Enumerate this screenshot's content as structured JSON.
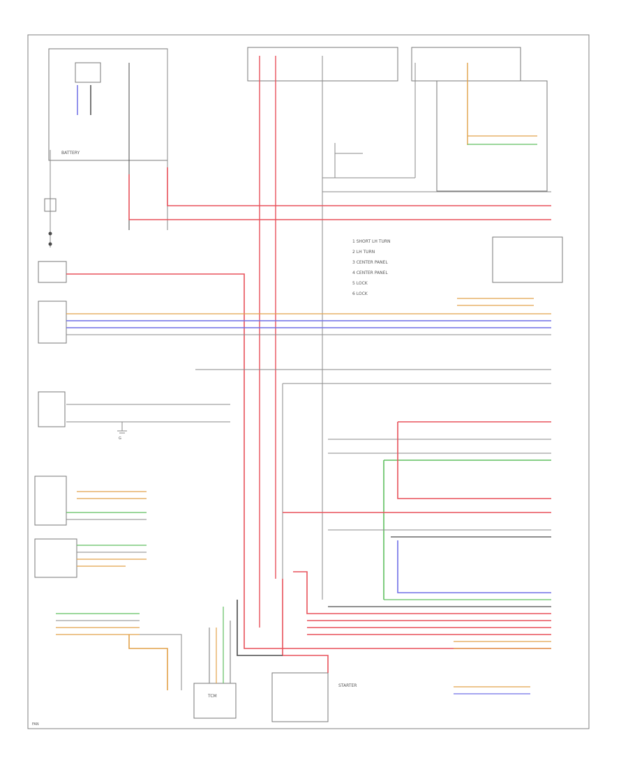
{
  "diagram": {
    "labels": {
      "battery": "BATTERY",
      "starter": "STARTER",
      "tcm": "TCM",
      "ground": "G",
      "page_id": "FAN"
    },
    "legend": {
      "items": [
        "1  SHORT LH TURN",
        "2  LH TURN",
        "3  CENTER PANEL",
        "4  CENTER PANEL",
        "5  LOCK",
        "6  LOCK"
      ]
    },
    "colors": {
      "frame": "#7f7f7f",
      "wire_red": "#e8515a",
      "wire_blue": "#6f6fe6",
      "wire_green": "#5fbf5f",
      "wire_orange": "#e2a24a",
      "wire_gray": "#8a8a8a",
      "wire_black": "#4a4a4a"
    }
  }
}
